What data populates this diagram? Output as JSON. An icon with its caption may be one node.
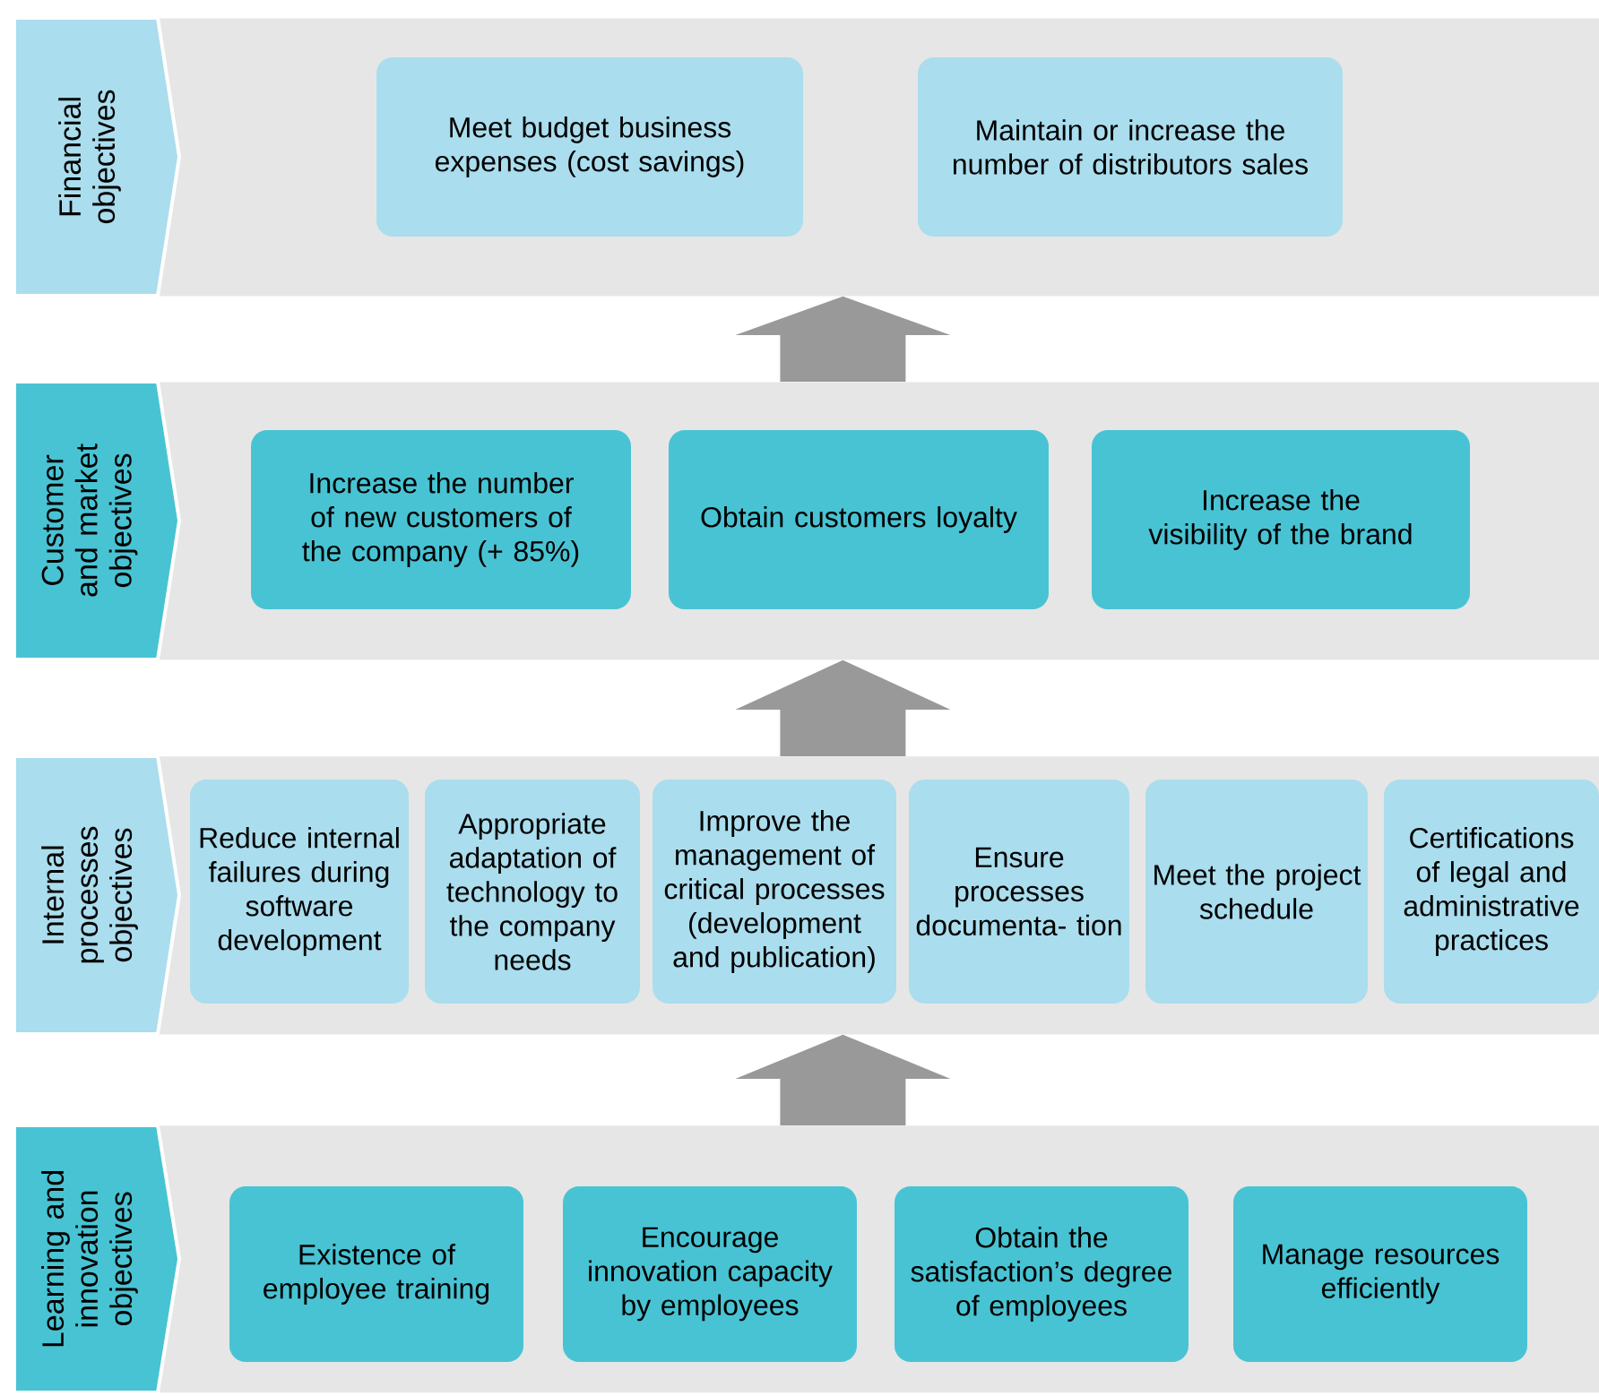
{
  "diagram": {
    "nodes": [
      {
        "text": [
          "Financial objectives"
        ]
      },
      {
        "text": [
          "Meet budget business expenses (cost savings)"
        ],
        "in": 0
      },
      {
        "text": [
          "Maintain or increase the number of distributors sales"
        ],
        "in": 0
      },
      {
        "text": [
          "Customer and market objectives"
        ]
      },
      {
        "text": [
          "Increase the number of new customers of the company (+ 85%)"
        ],
        "in": 3
      },
      {
        "text": [
          "Obtain customers loyalty"
        ],
        "in": 3
      },
      {
        "text": [
          "Increase the visibility of the brand"
        ],
        "in": 3
      },
      {
        "text": [
          "Internal processes objectives"
        ]
      },
      {
        "text": [
          "Reduce internal failures during software development"
        ],
        "in": 7
      },
      {
        "text": [
          "Appropriate adaptation of technology to the company needs"
        ],
        "in": 7
      },
      {
        "text": [
          "Improve the management of critical processes (development and publication)"
        ],
        "in": 7
      },
      {
        "text": [
          "Ensure processes documenta- tion"
        ],
        "in": 7
      },
      {
        "text": [
          "Meet the project schedule"
        ],
        "in": 7
      },
      {
        "text": [
          "Certifications of legal and administrative practices"
        ],
        "in": 7
      },
      {
        "text": [
          "Learning and innovation objectives"
        ]
      },
      {
        "text": [
          "Existence of employee training"
        ],
        "in": 14
      },
      {
        "text": [
          "Encourage innovation capacity by employees"
        ],
        "in": 14
      },
      {
        "text": [
          "Obtain the satisfaction’s degree of employees"
        ],
        "in": 14
      },
      {
        "text": [
          "Manage resources efficiently"
        ],
        "in": 14
      }
    ],
    "edges": [
      {
        "from": 14,
        "to": 7,
        "arrow": "to"
      },
      {
        "from": 7,
        "to": 3,
        "arrow": "to"
      },
      {
        "from": 3,
        "to": 0,
        "arrow": "to"
      }
    ]
  }
}
